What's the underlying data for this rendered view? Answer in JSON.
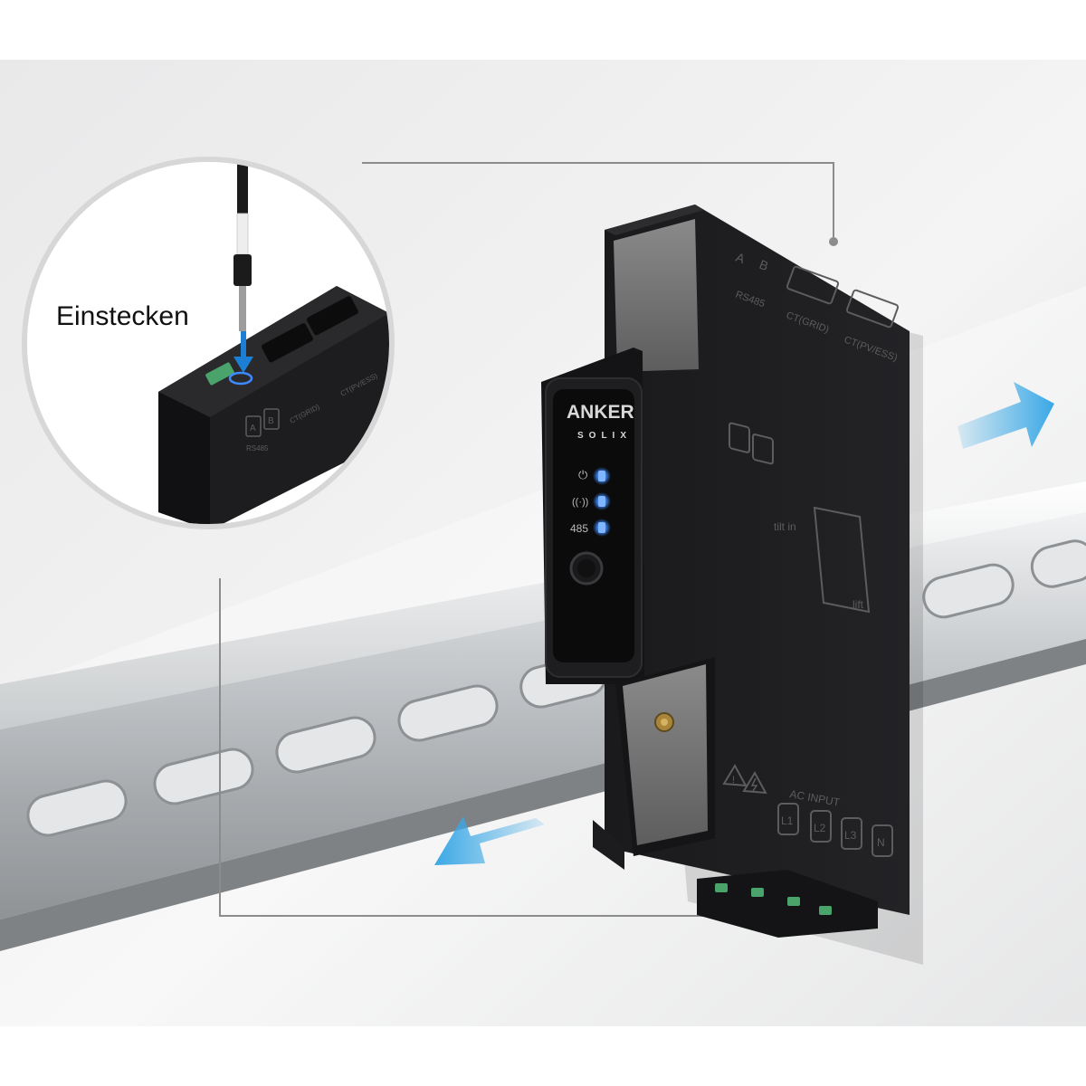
{
  "callout": {
    "label": "Einstecken"
  },
  "device": {
    "brand_top": "ANKER",
    "brand_bottom": "SOLIX",
    "led_labels": {
      "power": "⏻",
      "wifi": "((·))",
      "rs485": "485"
    },
    "port_labels": {
      "a": "A",
      "b": "B",
      "rs485": "RS485",
      "ct_grid": "CT(GRID)",
      "ct_pv": "CT(PV/ESS)"
    },
    "mount_labels": {
      "tilt": "tilt in",
      "lift": "lift"
    },
    "ac_input": {
      "title": "AC INPUT",
      "terminals": [
        "L1",
        "L2",
        "L3",
        "N"
      ]
    }
  },
  "callout_device": {
    "port_labels": {
      "a": "A",
      "b": "B",
      "rs485": "RS485",
      "ct_grid": "CT(GRID)",
      "ct_pv": "CT(PV/ESS)"
    }
  },
  "colors": {
    "led": "#3d8bff",
    "arrow": "#3aa8e6",
    "device": "#1c1c1e",
    "rail": "#b9bcbf"
  },
  "icons": [
    "power-icon",
    "wifi-icon",
    "warning-icon",
    "lightning-warning-icon",
    "arrow-right-icon",
    "arrow-left-icon",
    "arrow-down-icon"
  ]
}
